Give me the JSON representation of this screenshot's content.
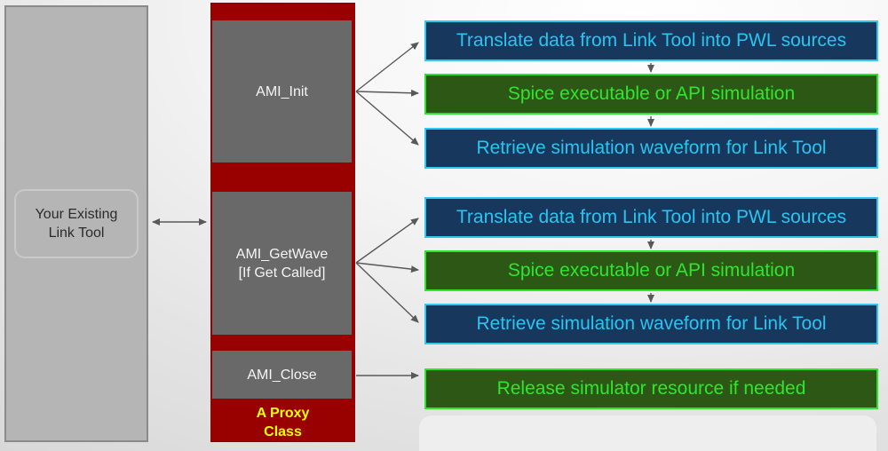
{
  "left_box": {
    "line1": "Your Existing",
    "line2": "Link Tool"
  },
  "proxy_column": {
    "init_label": "AMI_Init",
    "getwave_label": "AMI_GetWave",
    "getwave_sublabel": "[If Get Called]",
    "close_label": "AMI_Close",
    "caption_line1": "A Proxy",
    "caption_line2": "Class"
  },
  "flow_boxes": {
    "init_group": [
      {
        "label": "Translate data from Link Tool into PWL sources",
        "style": "blue"
      },
      {
        "label": "Spice executable or API simulation",
        "style": "green"
      },
      {
        "label": "Retrieve simulation waveform for Link Tool",
        "style": "blue"
      }
    ],
    "getwave_group": [
      {
        "label": "Translate data from Link Tool into PWL sources",
        "style": "blue"
      },
      {
        "label": "Spice executable or API simulation",
        "style": "green"
      },
      {
        "label": "Retrieve simulation waveform for Link Tool",
        "style": "blue"
      }
    ],
    "close_group": [
      {
        "label": "Release simulator resource if needed",
        "style": "green"
      }
    ]
  },
  "colors": {
    "column_red": "#990000",
    "module_gray": "#696969",
    "left_box_gray": "#b5b5b5",
    "blue_box_fill": "#17375d",
    "blue_box_border": "#2cc9f0",
    "blue_box_text": "#29c5f1",
    "green_box_fill": "#2c5715",
    "green_box_border": "#2ee52e",
    "green_box_text": "#2fe62f",
    "proxy_caption_yellow": "#ffff00",
    "arrow_gray": "#595959"
  }
}
